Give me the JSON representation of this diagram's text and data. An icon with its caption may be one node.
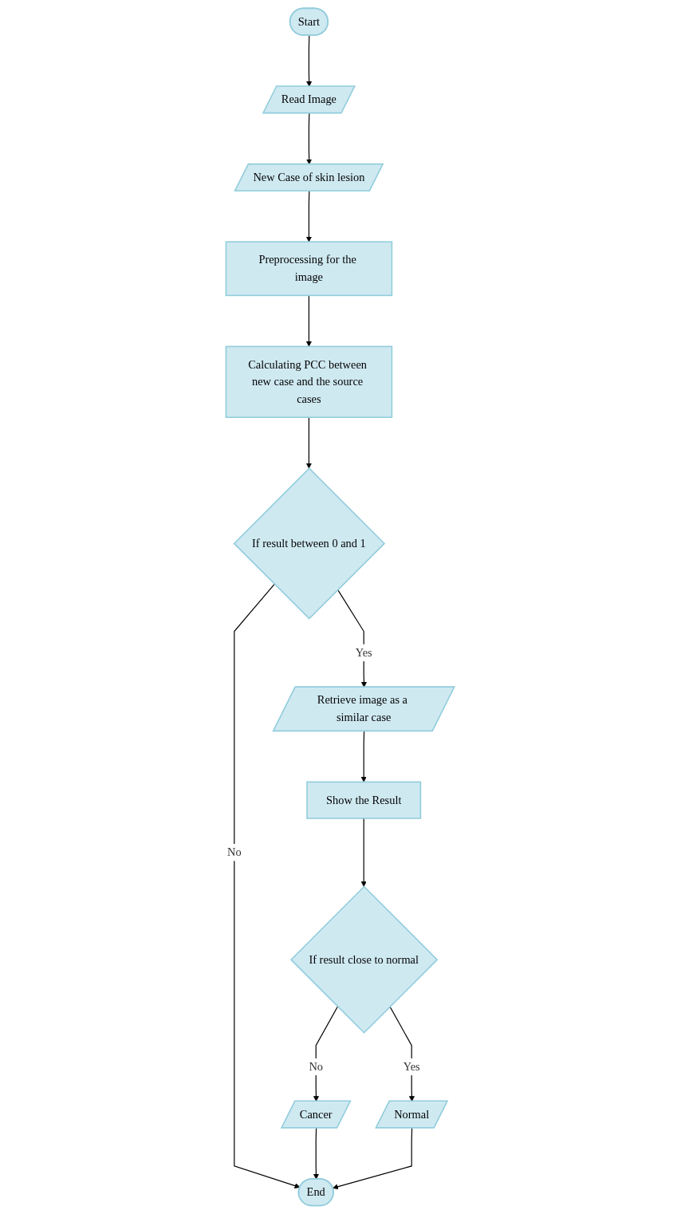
{
  "diagram": {
    "nodes": [
      {
        "text": [
          "Start"
        ]
      },
      {
        "text": [
          "Read Image"
        ]
      },
      {
        "text": [
          "New Case of skin lesion"
        ]
      },
      {
        "text": [
          "Preprocessing for the image"
        ]
      },
      {
        "text": [
          "Calculating PCC between new case and the source cases"
        ]
      },
      {
        "text": [
          "If result between 0 and 1"
        ]
      },
      {
        "text": [
          "Retrieve image as a similar case"
        ]
      },
      {
        "text": [
          "Show the Result"
        ]
      },
      {
        "text": [
          "If result close to normal"
        ]
      },
      {
        "text": [
          "Cancer"
        ]
      },
      {
        "text": [
          "Normal"
        ]
      },
      {
        "text": [
          "End"
        ]
      }
    ],
    "edges": [
      {
        "from": 0,
        "to": 1,
        "arrow": "to"
      },
      {
        "from": 1,
        "to": 2,
        "arrow": "to"
      },
      {
        "from": 2,
        "to": 3,
        "arrow": "to"
      },
      {
        "from": 3,
        "to": 4,
        "arrow": "to"
      },
      {
        "from": 4,
        "to": 5,
        "arrow": "to"
      },
      {
        "from": 5,
        "to": 11,
        "arrow": "to",
        "label": "No"
      },
      {
        "from": 5,
        "to": 6,
        "arrow": "to",
        "label": "Yes"
      },
      {
        "from": 6,
        "to": 7,
        "arrow": "to"
      },
      {
        "from": 7,
        "to": 8,
        "arrow": "to"
      },
      {
        "from": 8,
        "to": 9,
        "arrow": "to",
        "label": "No"
      },
      {
        "from": 8,
        "to": 10,
        "arrow": "to",
        "label": "Yes"
      },
      {
        "from": 9,
        "to": 11,
        "arrow": "to"
      },
      {
        "from": 10,
        "to": 11,
        "arrow": "to"
      }
    ]
  }
}
